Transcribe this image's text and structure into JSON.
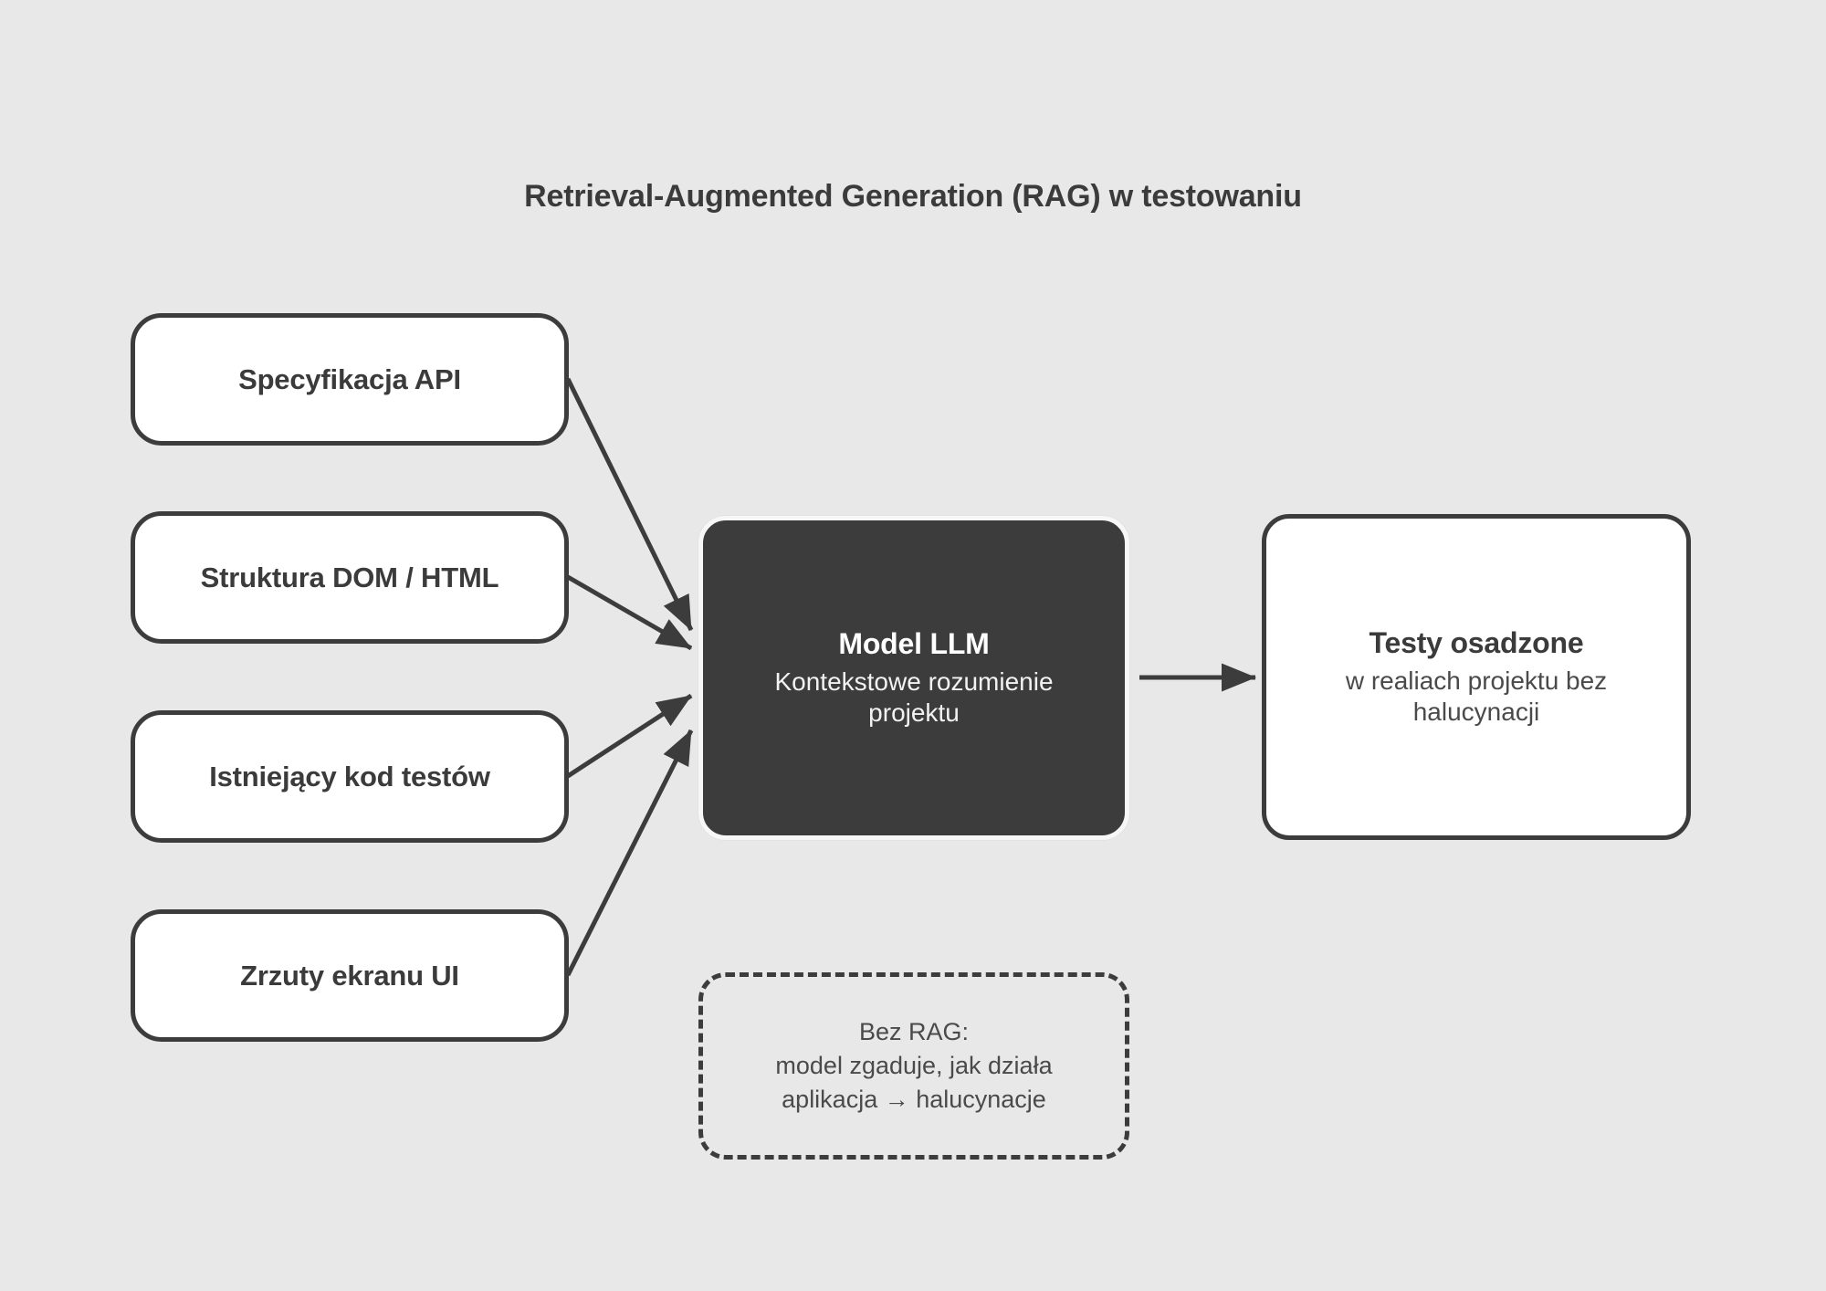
{
  "title": "Retrieval-Augmented Generation (RAG) w testowaniu",
  "colors": {
    "background": "#e8e8e8",
    "box_fill": "#ffffff",
    "box_border": "#3c3c3c",
    "core_fill": "#3c3c3c",
    "core_border": "#f7f7f7",
    "text_dark": "#3b3b3b",
    "text_light": "#ffffff",
    "arrow": "#3c3c3c"
  },
  "sources": [
    {
      "label": "Specyfikacja API"
    },
    {
      "label": "Struktura DOM / HTML"
    },
    {
      "label": "Istniejący kod testów"
    },
    {
      "label": "Zrzuty ekranu UI"
    }
  ],
  "core": {
    "title": "Model LLM",
    "subtitle_line1": "Kontekstowe rozumienie",
    "subtitle_line2": "projektu"
  },
  "output": {
    "title": "Testy osadzone",
    "subtitle_line1": "w realiach projektu bez",
    "subtitle_line2": "halucynacji"
  },
  "note": {
    "line1": "Bez RAG:",
    "line2": "model zgaduje, jak działa",
    "line3": "aplikacja → halucynacje"
  }
}
